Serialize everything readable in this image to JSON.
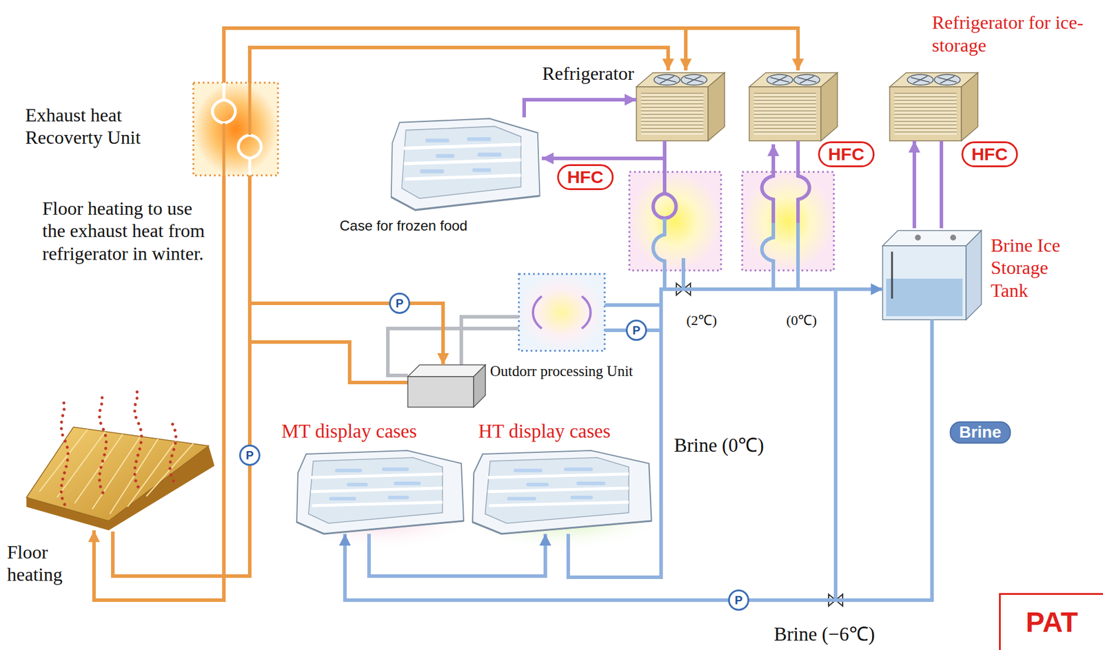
{
  "diagram": {
    "nodes": [
      {
        "text": [
          "Exhaust heat Recoverty Unit"
        ]
      },
      {
        "text": [
          "Refrigerator"
        ]
      },
      {
        "text": [
          "Refrigerator for ice-storage"
        ]
      },
      {
        "text": [
          "Case for frozen food"
        ]
      },
      {
        "text": [
          "Brine Ice Storage Tank"
        ]
      },
      {
        "text": [
          "Outdorr processing Unit"
        ]
      },
      {
        "text": [
          "MT display cases"
        ]
      },
      {
        "text": [
          "HT display cases"
        ]
      },
      {
        "text": [
          "Floor heating"
        ]
      }
    ],
    "edges": [
      {
        "from": 0,
        "to": 8,
        "arrow": "to"
      },
      {
        "from": 0,
        "to": 1,
        "arrow": "to"
      },
      {
        "from": 0,
        "to": 5,
        "arrow": "to"
      },
      {
        "from": 3,
        "to": 1,
        "arrow": "to"
      },
      {
        "from": 1,
        "to": 3,
        "arrow": "to"
      },
      {
        "from": 4,
        "to": 2,
        "arrow": "to"
      },
      {
        "from": 4,
        "to": 6,
        "arrow": "to"
      },
      {
        "from": 6,
        "to": 7,
        "arrow": "to"
      },
      {
        "from": 7,
        "to": 4,
        "arrow": "to"
      }
    ],
    "labels": [
      "Floor heating to use the exhaust heat from refrigerator in winter.",
      "HFC",
      "HFC",
      "HFC",
      "P",
      "P",
      "P",
      "P",
      "(2℃)",
      "(0℃)",
      "Brine (0℃)",
      "Brine",
      "Brine (−6℃)",
      "PAT"
    ]
  }
}
